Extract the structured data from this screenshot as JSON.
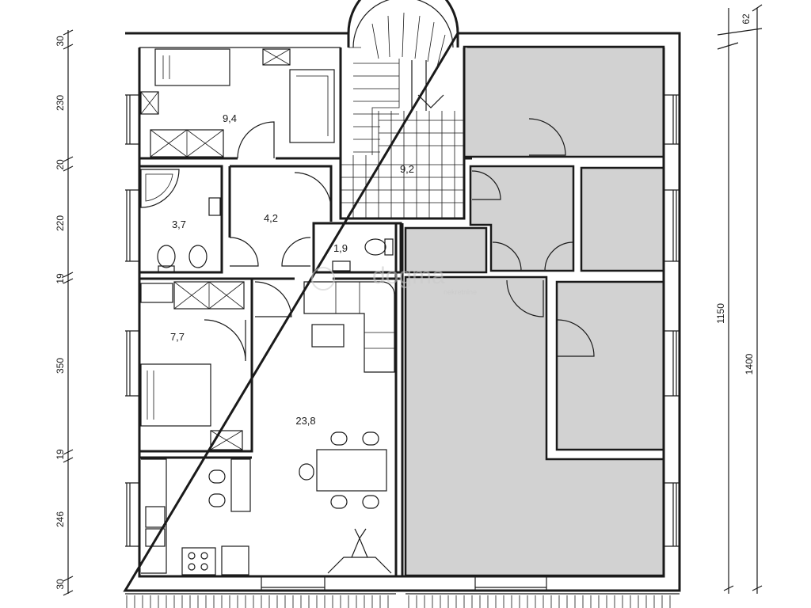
{
  "rooms": [
    {
      "id": "bedroom-top",
      "area": "9,4"
    },
    {
      "id": "bathroom",
      "area": "3,7"
    },
    {
      "id": "hall",
      "area": "4,2"
    },
    {
      "id": "wc",
      "area": "1,9"
    },
    {
      "id": "stairwell",
      "area": "9,2"
    },
    {
      "id": "bedroom-mid",
      "area": "7,7"
    },
    {
      "id": "living",
      "area": "23,8"
    }
  ],
  "left_dimensions": [
    "30",
    "230",
    "20",
    "220",
    "19",
    "350",
    "19",
    "246",
    "30"
  ],
  "right_dimensions": {
    "top": "62",
    "inner": "1150",
    "outer": "1400"
  },
  "watermark": {
    "brand": "dogma",
    "tagline": "nekretnine"
  }
}
